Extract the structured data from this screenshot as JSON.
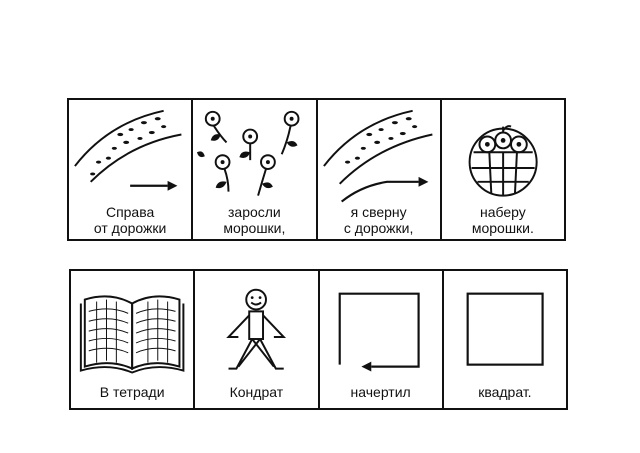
{
  "rows": [
    {
      "cells": [
        {
          "icon": "path-arrow-right-icon",
          "line1": "Справа",
          "line2": "от дорожки"
        },
        {
          "icon": "cloudberry-plants-icon",
          "line1": "заросли",
          "line2": "морошки,"
        },
        {
          "icon": "path-turn-arrow-icon",
          "line1": "я сверну",
          "line2": "с дорожки,"
        },
        {
          "icon": "berry-basket-icon",
          "line1": "наберу",
          "line2": "морошки."
        }
      ]
    },
    {
      "cells": [
        {
          "icon": "open-notebook-icon",
          "line1": "В тетради"
        },
        {
          "icon": "stick-figure-icon",
          "line1": "Кондрат"
        },
        {
          "icon": "square-drawn-arrow-icon",
          "line1": "начертил"
        },
        {
          "icon": "square-icon",
          "line1": "квадрат."
        }
      ]
    }
  ]
}
